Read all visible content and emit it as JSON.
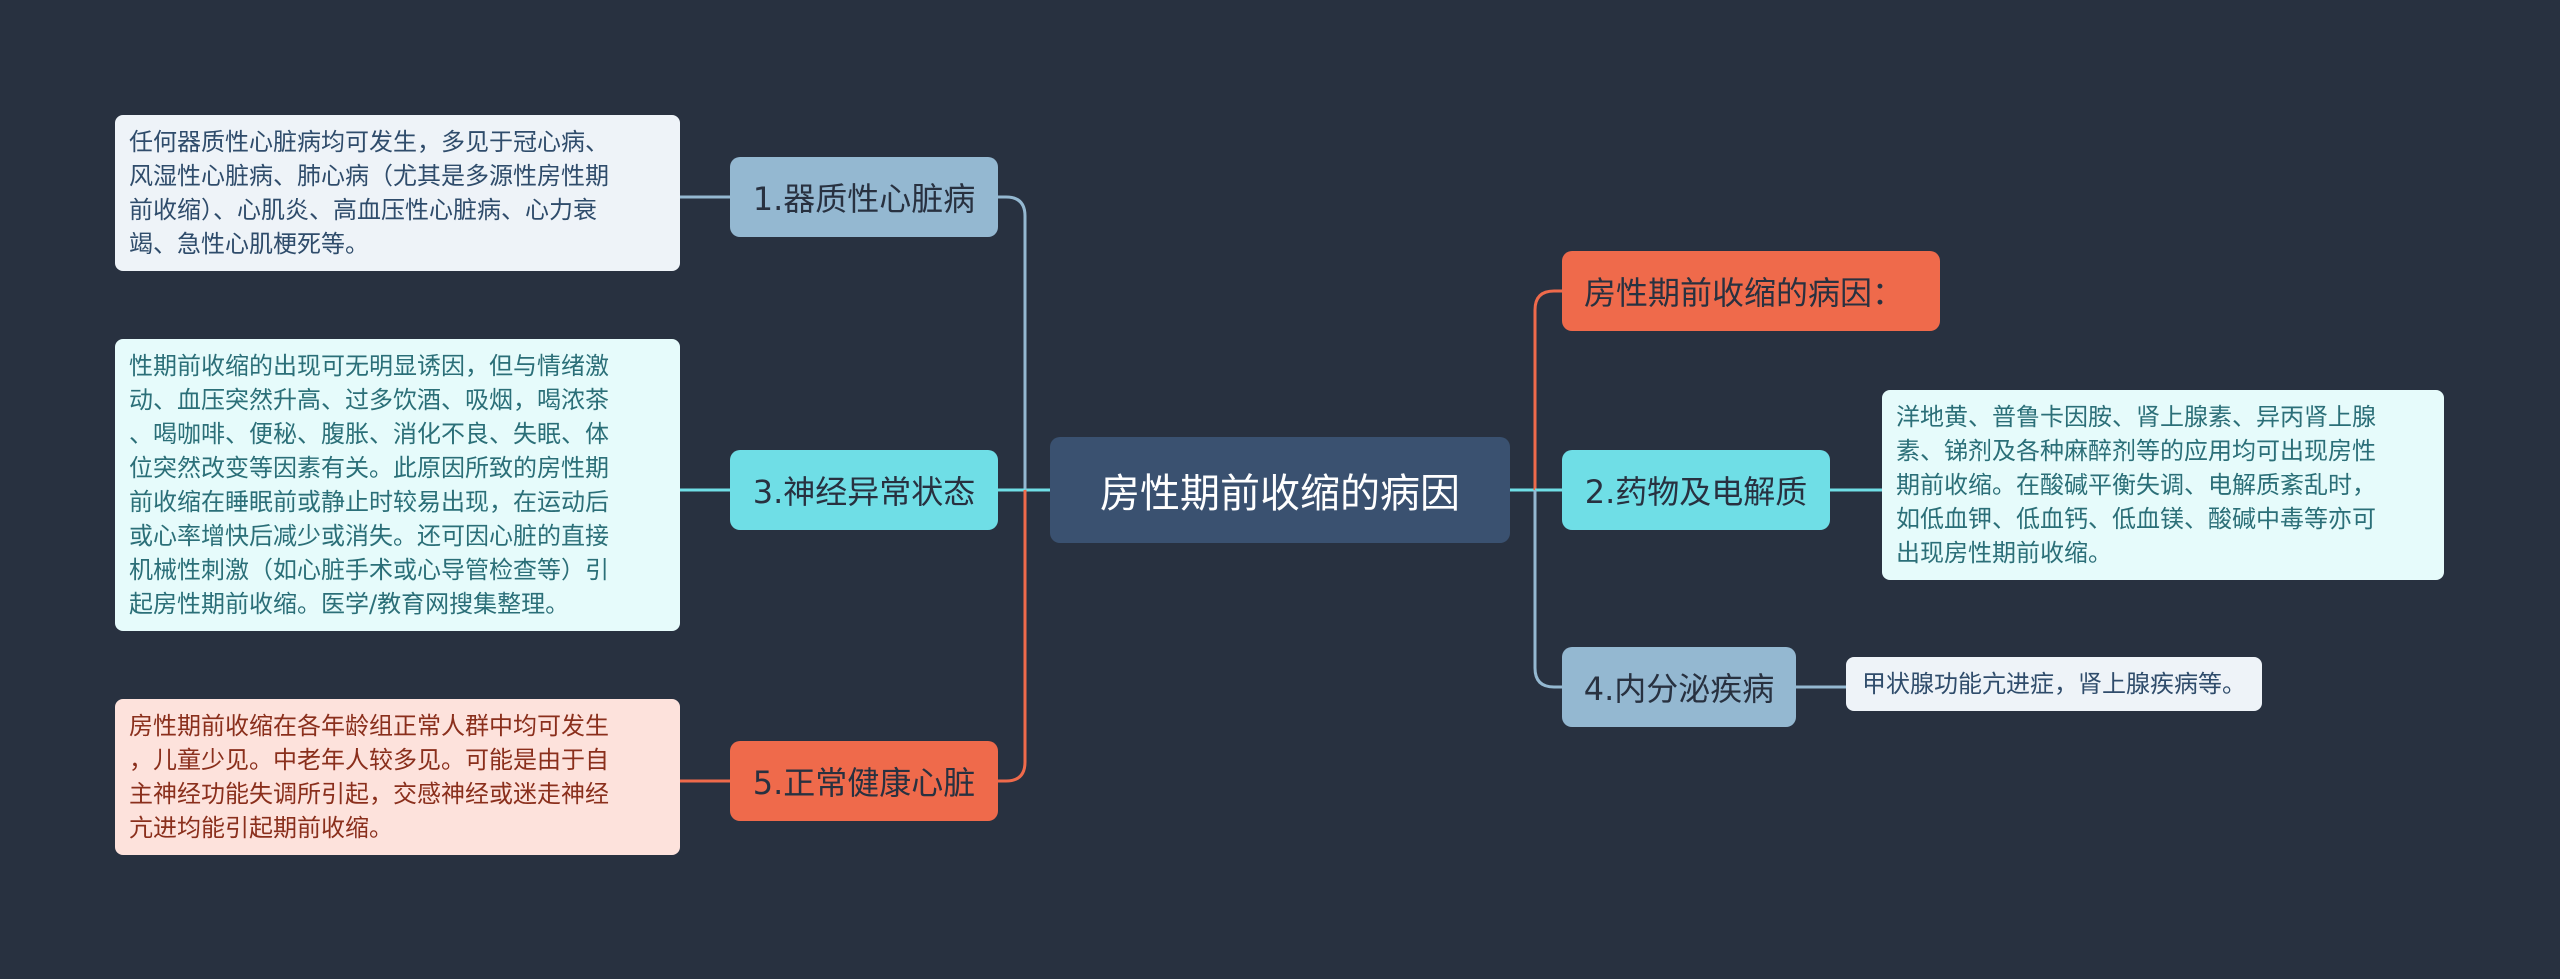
{
  "center": {
    "label": "房性期前收缩的病因"
  },
  "branches": {
    "b1": {
      "label": "1.器质性心脏病"
    },
    "b3": {
      "label": "3.神经异常状态"
    },
    "b5": {
      "label": "5.正常健康心脏"
    },
    "intro": {
      "label": "房性期前收缩的病因："
    },
    "b2": {
      "label": "2.药物及电解质"
    },
    "b4": {
      "label": "4.内分泌疾病"
    }
  },
  "leaves": {
    "l1": "任何器质性心脏病均可发生，多见于冠心病、\n风湿性心脏病、肺心病（尤其是多源性房性期\n前收缩）、心肌炎、高血压性心脏病、心力衰\n竭、急性心肌梗死等。",
    "l3": "性期前收缩的出现可无明显诱因，但与情绪激\n动、血压突然升高、过多饮酒、吸烟，喝浓茶\n、喝咖啡、便秘、腹胀、消化不良、失眠、体\n位突然改变等因素有关。此原因所致的房性期\n前收缩在睡眠前或静止时较易出现，在运动后\n或心率增快后减少或消失。还可因心脏的直接\n机械性刺激（如心脏手术或心导管检查等）引\n起房性期前收缩。医学/教育网搜集整理。",
    "l5": "房性期前收缩在各年龄组正常人群中均可发生\n，儿童少见。中老年人较多见。可能是由于自\n主神经功能失调所引起，交感神经或迷走神经\n亢进均能引起期前收缩。",
    "l2": "洋地黄、普鲁卡因胺、肾上腺素、异丙肾上腺\n素、锑剂及各种麻醉剂等的应用均可出现房性\n期前收缩。在酸碱平衡失调、电解质紊乱时，\n如低血钾、低血钙、低血镁、酸碱中毒等亦可\n出现房性期前收缩。",
    "l4": "甲状腺功能亢进症，肾上腺疾病等。"
  },
  "colors": {
    "background": "#283140",
    "center": "#3a5170",
    "blue": "#94b8d1",
    "cyan": "#6fdee6",
    "orange": "#ef6a4b"
  }
}
